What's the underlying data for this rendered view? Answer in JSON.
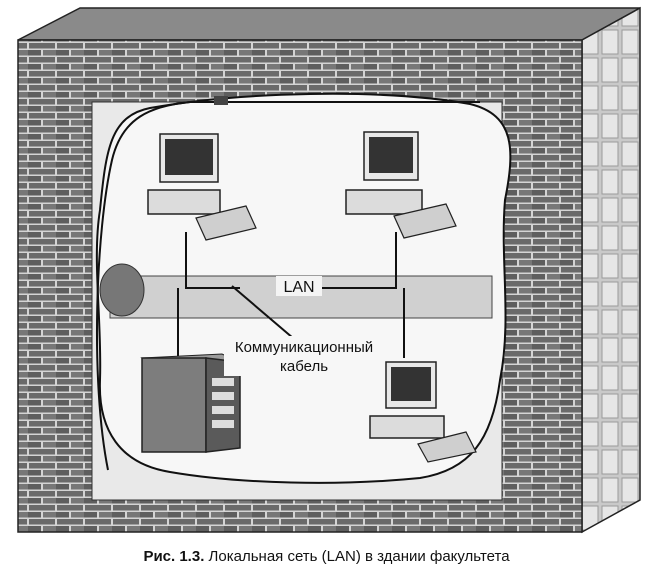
{
  "diagram": {
    "labels": {
      "lan": "LAN",
      "cable_line1": "Коммуникационный",
      "cable_line2": "кабель"
    },
    "colors": {
      "brick": "#6e6e6e",
      "mortar": "#cfcfcf",
      "room": "#f4f4f4",
      "ink": "#111111",
      "wall_side": "#bdbdbd"
    }
  },
  "caption": {
    "number": "Рис. 1.3.",
    "text": "Локальная сеть (LAN) в здании факультета"
  }
}
